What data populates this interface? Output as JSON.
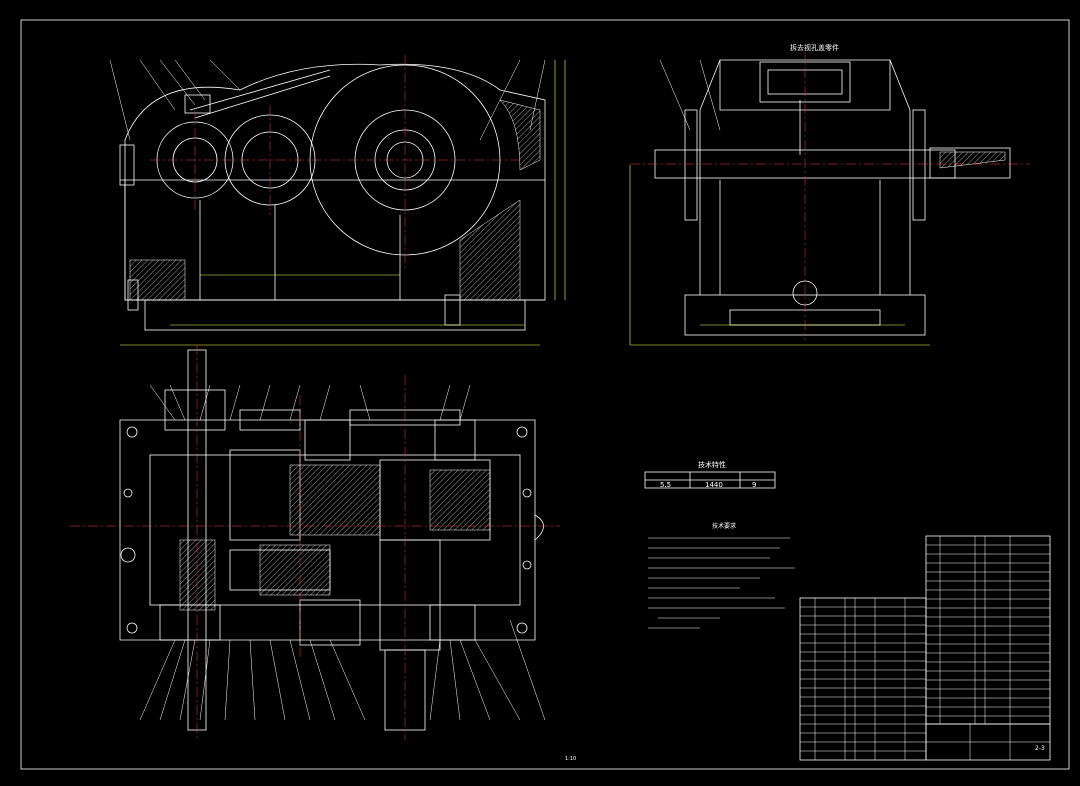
{
  "drawing": {
    "side_view_title": "拆去视孔盖零件",
    "tech_chars_title": "技术特性",
    "tech_chars_values": [
      "5.5",
      "1440",
      "9"
    ],
    "tech_req_title": "技术要求",
    "bottom_center_label": "1:10",
    "title_block_code": "2-3"
  },
  "colors": {
    "background": "#000000",
    "lines": "#ffffff",
    "dimension": "#ffff40",
    "centerline": "#f04040"
  }
}
